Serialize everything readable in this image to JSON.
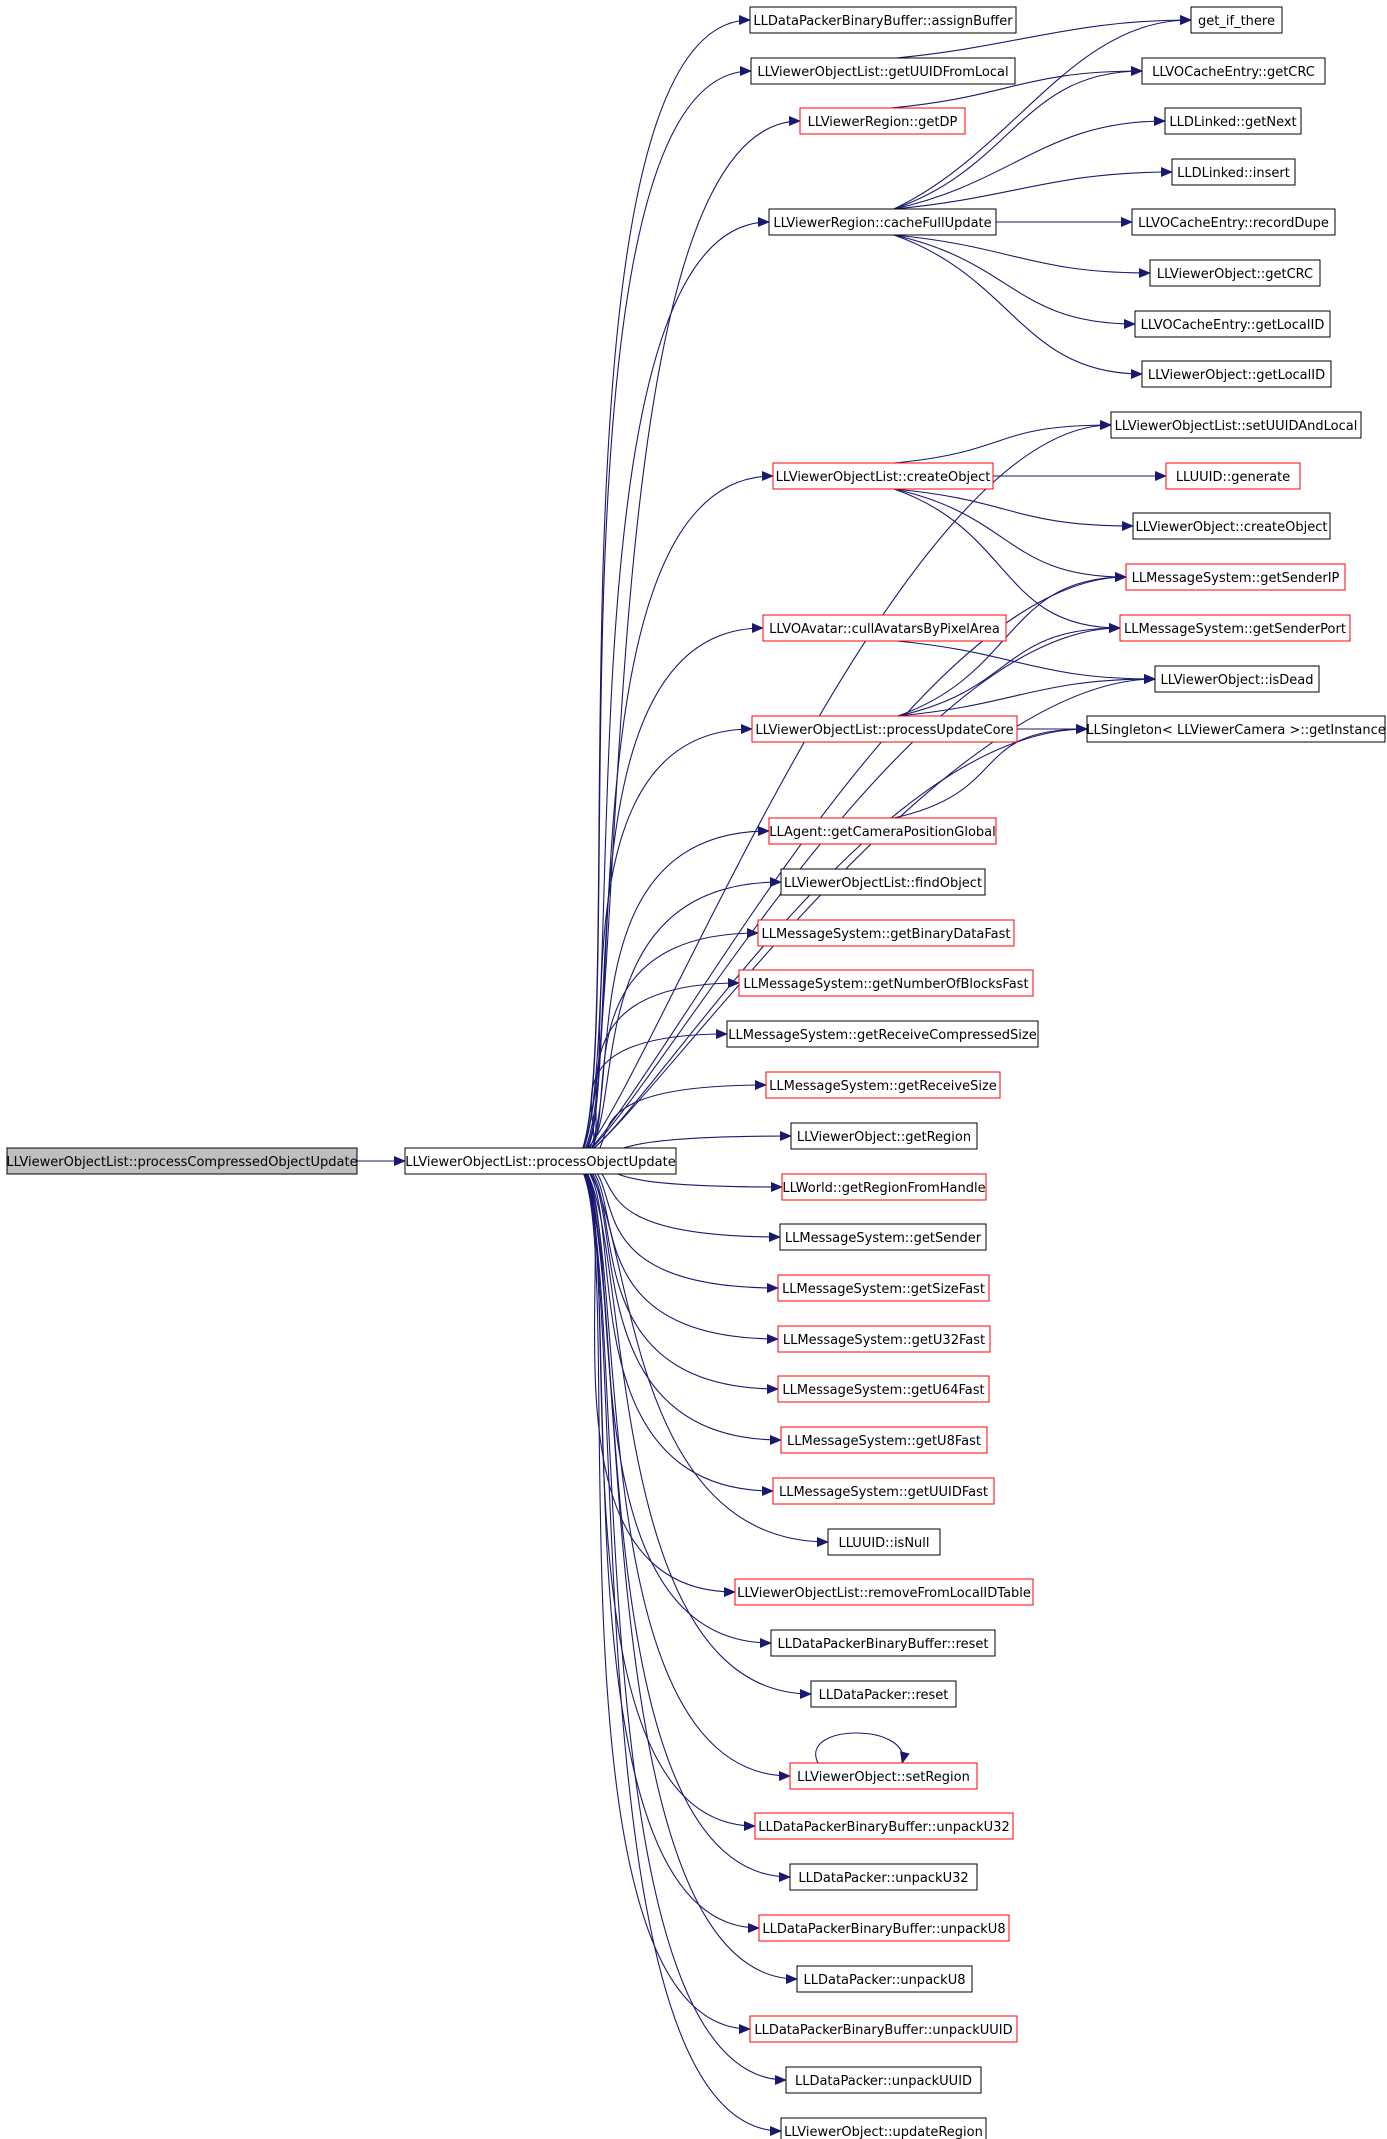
{
  "diagram": {
    "nodes": [
      {
        "id": "root",
        "label": "LLViewerObjectList::processCompressedObjectUpdate",
        "style": "root"
      },
      {
        "id": "pou",
        "label": "LLViewerObjectList::processObjectUpdate",
        "style": "normal"
      },
      {
        "id": "assign",
        "label": "LLDataPackerBinaryBuffer::assignBuffer",
        "style": "normal"
      },
      {
        "id": "getuuidlocal",
        "label": "LLViewerObjectList::getUUIDFromLocal",
        "style": "normal"
      },
      {
        "id": "getdp",
        "label": "LLViewerRegion::getDP",
        "style": "red"
      },
      {
        "id": "cachefull",
        "label": "LLViewerRegion::cacheFullUpdate",
        "style": "normal"
      },
      {
        "id": "getifthere",
        "label": "get_if_there",
        "style": "normal"
      },
      {
        "id": "vocrc",
        "label": "LLVOCacheEntry::getCRC",
        "style": "normal"
      },
      {
        "id": "llnext",
        "label": "LLDLinked::getNext",
        "style": "normal"
      },
      {
        "id": "llinsert",
        "label": "LLDLinked::insert",
        "style": "normal"
      },
      {
        "id": "recdupe",
        "label": "LLVOCacheEntry::recordDupe",
        "style": "normal"
      },
      {
        "id": "vobjcrc",
        "label": "LLViewerObject::getCRC",
        "style": "normal"
      },
      {
        "id": "vocloc",
        "label": "LLVOCacheEntry::getLocalID",
        "style": "normal"
      },
      {
        "id": "vobjloc",
        "label": "LLViewerObject::getLocalID",
        "style": "normal"
      },
      {
        "id": "setuuid",
        "label": "LLViewerObjectList::setUUIDAndLocal",
        "style": "normal"
      },
      {
        "id": "createobj",
        "label": "LLViewerObjectList::createObject",
        "style": "red"
      },
      {
        "id": "gen",
        "label": "LLUUID::generate",
        "style": "red"
      },
      {
        "id": "vocreate",
        "label": "LLViewerObject::createObject",
        "style": "normal"
      },
      {
        "id": "sendip",
        "label": "LLMessageSystem::getSenderIP",
        "style": "red"
      },
      {
        "id": "cull",
        "label": "LLVOAvatar::cullAvatarsByPixelArea",
        "style": "red"
      },
      {
        "id": "sendport",
        "label": "LLMessageSystem::getSenderPort",
        "style": "red"
      },
      {
        "id": "isdead",
        "label": "LLViewerObject::isDead",
        "style": "normal"
      },
      {
        "id": "core",
        "label": "LLViewerObjectList::processUpdateCore",
        "style": "red"
      },
      {
        "id": "singleton",
        "label": "LLSingleton< LLViewerCamera >::getInstance",
        "style": "normal"
      },
      {
        "id": "campos",
        "label": "LLAgent::getCameraPositionGlobal",
        "style": "red"
      },
      {
        "id": "find",
        "label": "LLViewerObjectList::findObject",
        "style": "normal"
      },
      {
        "id": "bin",
        "label": "LLMessageSystem::getBinaryDataFast",
        "style": "red"
      },
      {
        "id": "numblk",
        "label": "LLMessageSystem::getNumberOfBlocksFast",
        "style": "red"
      },
      {
        "id": "rcvcomp",
        "label": "LLMessageSystem::getReceiveCompressedSize",
        "style": "normal"
      },
      {
        "id": "rcvsize",
        "label": "LLMessageSystem::getReceiveSize",
        "style": "red"
      },
      {
        "id": "getregion",
        "label": "LLViewerObject::getRegion",
        "style": "normal"
      },
      {
        "id": "regionhandle",
        "label": "LLWorld::getRegionFromHandle",
        "style": "red"
      },
      {
        "id": "sender",
        "label": "LLMessageSystem::getSender",
        "style": "normal"
      },
      {
        "id": "sizefast",
        "label": "LLMessageSystem::getSizeFast",
        "style": "red"
      },
      {
        "id": "u32fast",
        "label": "LLMessageSystem::getU32Fast",
        "style": "red"
      },
      {
        "id": "u64fast",
        "label": "LLMessageSystem::getU64Fast",
        "style": "red"
      },
      {
        "id": "u8fast",
        "label": "LLMessageSystem::getU8Fast",
        "style": "red"
      },
      {
        "id": "uuidfast",
        "label": "LLMessageSystem::getUUIDFast",
        "style": "red"
      },
      {
        "id": "isnull",
        "label": "LLUUID::isNull",
        "style": "normal"
      },
      {
        "id": "removelocal",
        "label": "LLViewerObjectList::removeFromLocalIDTable",
        "style": "red"
      },
      {
        "id": "bbreset",
        "label": "LLDataPackerBinaryBuffer::reset",
        "style": "normal"
      },
      {
        "id": "dpreset",
        "label": "LLDataPacker::reset",
        "style": "normal"
      },
      {
        "id": "setregion",
        "label": "LLViewerObject::setRegion",
        "style": "red"
      },
      {
        "id": "bbu32",
        "label": "LLDataPackerBinaryBuffer::unpackU32",
        "style": "red"
      },
      {
        "id": "dpu32",
        "label": "LLDataPacker::unpackU32",
        "style": "normal"
      },
      {
        "id": "bbu8",
        "label": "LLDataPackerBinaryBuffer::unpackU8",
        "style": "red"
      },
      {
        "id": "dpu8",
        "label": "LLDataPacker::unpackU8",
        "style": "normal"
      },
      {
        "id": "bbuuid",
        "label": "LLDataPackerBinaryBuffer::unpackUUID",
        "style": "red"
      },
      {
        "id": "dpuuid",
        "label": "LLDataPacker::unpackUUID",
        "style": "normal"
      },
      {
        "id": "updregion",
        "label": "LLViewerObject::updateRegion",
        "style": "normal"
      }
    ],
    "edges": [
      [
        "root",
        "pou"
      ],
      [
        "pou",
        "assign"
      ],
      [
        "pou",
        "getuuidlocal"
      ],
      [
        "pou",
        "getdp"
      ],
      [
        "pou",
        "cachefull"
      ],
      [
        "pou",
        "setuuid"
      ],
      [
        "pou",
        "createobj"
      ],
      [
        "pou",
        "sendip"
      ],
      [
        "pou",
        "cull"
      ],
      [
        "pou",
        "sendport"
      ],
      [
        "pou",
        "isdead"
      ],
      [
        "pou",
        "core"
      ],
      [
        "pou",
        "singleton"
      ],
      [
        "pou",
        "campos"
      ],
      [
        "pou",
        "find"
      ],
      [
        "pou",
        "bin"
      ],
      [
        "pou",
        "numblk"
      ],
      [
        "pou",
        "rcvcomp"
      ],
      [
        "pou",
        "rcvsize"
      ],
      [
        "pou",
        "getregion"
      ],
      [
        "pou",
        "regionhandle"
      ],
      [
        "pou",
        "sender"
      ],
      [
        "pou",
        "sizefast"
      ],
      [
        "pou",
        "u32fast"
      ],
      [
        "pou",
        "u64fast"
      ],
      [
        "pou",
        "u8fast"
      ],
      [
        "pou",
        "uuidfast"
      ],
      [
        "pou",
        "isnull"
      ],
      [
        "pou",
        "removelocal"
      ],
      [
        "pou",
        "bbreset"
      ],
      [
        "pou",
        "dpreset"
      ],
      [
        "pou",
        "setregion"
      ],
      [
        "pou",
        "bbu32"
      ],
      [
        "pou",
        "dpu32"
      ],
      [
        "pou",
        "bbu8"
      ],
      [
        "pou",
        "dpu8"
      ],
      [
        "pou",
        "bbuuid"
      ],
      [
        "pou",
        "dpuuid"
      ],
      [
        "pou",
        "updregion"
      ],
      [
        "getuuidlocal",
        "getifthere"
      ],
      [
        "getdp",
        "vocrc"
      ],
      [
        "cachefull",
        "getifthere"
      ],
      [
        "cachefull",
        "vocrc"
      ],
      [
        "cachefull",
        "llnext"
      ],
      [
        "cachefull",
        "llinsert"
      ],
      [
        "cachefull",
        "recdupe"
      ],
      [
        "cachefull",
        "vobjcrc"
      ],
      [
        "cachefull",
        "vocloc"
      ],
      [
        "cachefull",
        "vobjloc"
      ],
      [
        "createobj",
        "setuuid"
      ],
      [
        "createobj",
        "gen"
      ],
      [
        "createobj",
        "vocreate"
      ],
      [
        "createobj",
        "sendip"
      ],
      [
        "createobj",
        "sendport"
      ],
      [
        "cull",
        "isdead"
      ],
      [
        "core",
        "sendip"
      ],
      [
        "core",
        "sendport"
      ],
      [
        "core",
        "isdead"
      ],
      [
        "core",
        "singleton"
      ],
      [
        "campos",
        "singleton"
      ],
      [
        "setregion",
        "setregion"
      ]
    ]
  }
}
